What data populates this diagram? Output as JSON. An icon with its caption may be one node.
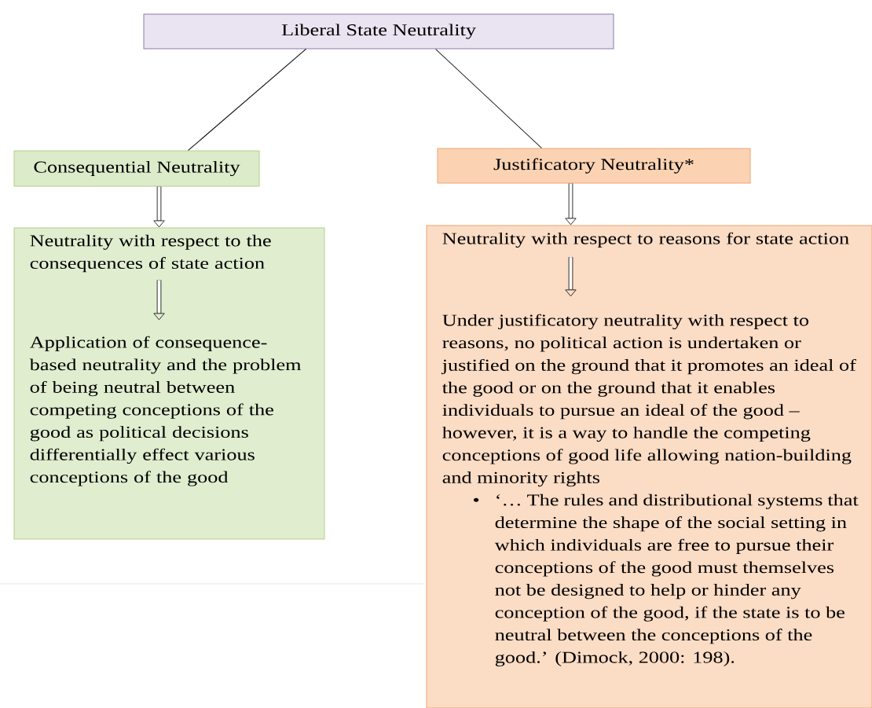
{
  "diagram": {
    "nodes": [
      {
        "text": [
          "Liberal State Neutrality"
        ]
      },
      {
        "text": [
          "Consequential Neutrality"
        ]
      },
      {
        "text": [
          "Justificatory Neutrality*"
        ]
      },
      {
        "text": [],
        "shape": "box"
      },
      {
        "text": [
          "Neutrality with respect to the consequences of state action"
        ],
        "in": 3
      },
      {
        "text": [
          "Application of consequence-based neutrality and the problem of being neutral between competing conceptions of the good as political decisions differentially effect various conceptions of the good"
        ],
        "in": 3
      },
      {
        "text": [],
        "shape": "box"
      },
      {
        "text": [
          "Neutrality with respect to reasons for state action"
        ],
        "in": 6
      },
      {
        "text": [
          "Under justificatory neutrality with respect to reasons, no political action is undertaken or justified on the ground that it promotes an ideal of the good or on the ground that it enables individuals to pursue an ideal of the good – however, it is a way to handle the competing conceptions of good life allowing nation-building and minority rights",
          "‘… The rules and distributional systems that determine the shape of the social setting in which individuals are free to pursue their conceptions of the good must themselves not be designed to help or hinder any conception of the good, if the state is to be neutral between the conceptions of the good.’ (Dimock, 2000: 198)."
        ],
        "in": 6
      }
    ],
    "edges": [
      {
        "from": 0,
        "to": 1,
        "arrow": "none"
      },
      {
        "from": 0,
        "to": 2,
        "arrow": "none"
      },
      {
        "from": 1,
        "to": 3,
        "arrow": "to"
      },
      {
        "from": 2,
        "to": 6,
        "arrow": "to"
      },
      {
        "from": 4,
        "to": 5,
        "arrow": "to"
      },
      {
        "from": 7,
        "to": 8,
        "arrow": "to"
      }
    ],
    "labels": [
      "•"
    ]
  }
}
